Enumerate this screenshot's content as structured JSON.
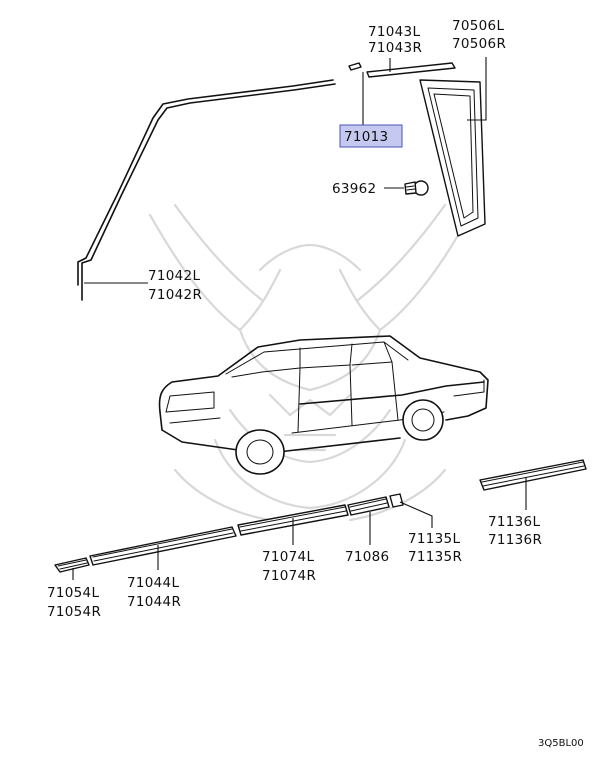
{
  "colors": {
    "highlight": "#c5c9ef",
    "ink": "#111111",
    "watermark": "#d8d8d8"
  },
  "watermark": {
    "icon": "samurai-helmet-watermark"
  },
  "diagram_code": "3Q5BL00",
  "callouts": {
    "c71043": {
      "line1": "71043L",
      "line2": "71043R"
    },
    "c70506": {
      "line1": "70506L",
      "line2": "70506R"
    },
    "c71013": {
      "line1": "71013",
      "highlighted": true
    },
    "c63962": {
      "line1": "63962"
    },
    "c71042": {
      "line1": "71042L",
      "line2": "71042R"
    },
    "c71136": {
      "line1": "71136L",
      "line2": "71136R"
    },
    "c71074": {
      "line1": "71074L",
      "line2": "71074R"
    },
    "c71086": {
      "line1": "71086"
    },
    "c71135": {
      "line1": "71135L",
      "line2": "71135R"
    },
    "c71054": {
      "line1": "71054L",
      "line2": "71054R"
    },
    "c71044": {
      "line1": "71044L",
      "line2": "71044R"
    }
  }
}
